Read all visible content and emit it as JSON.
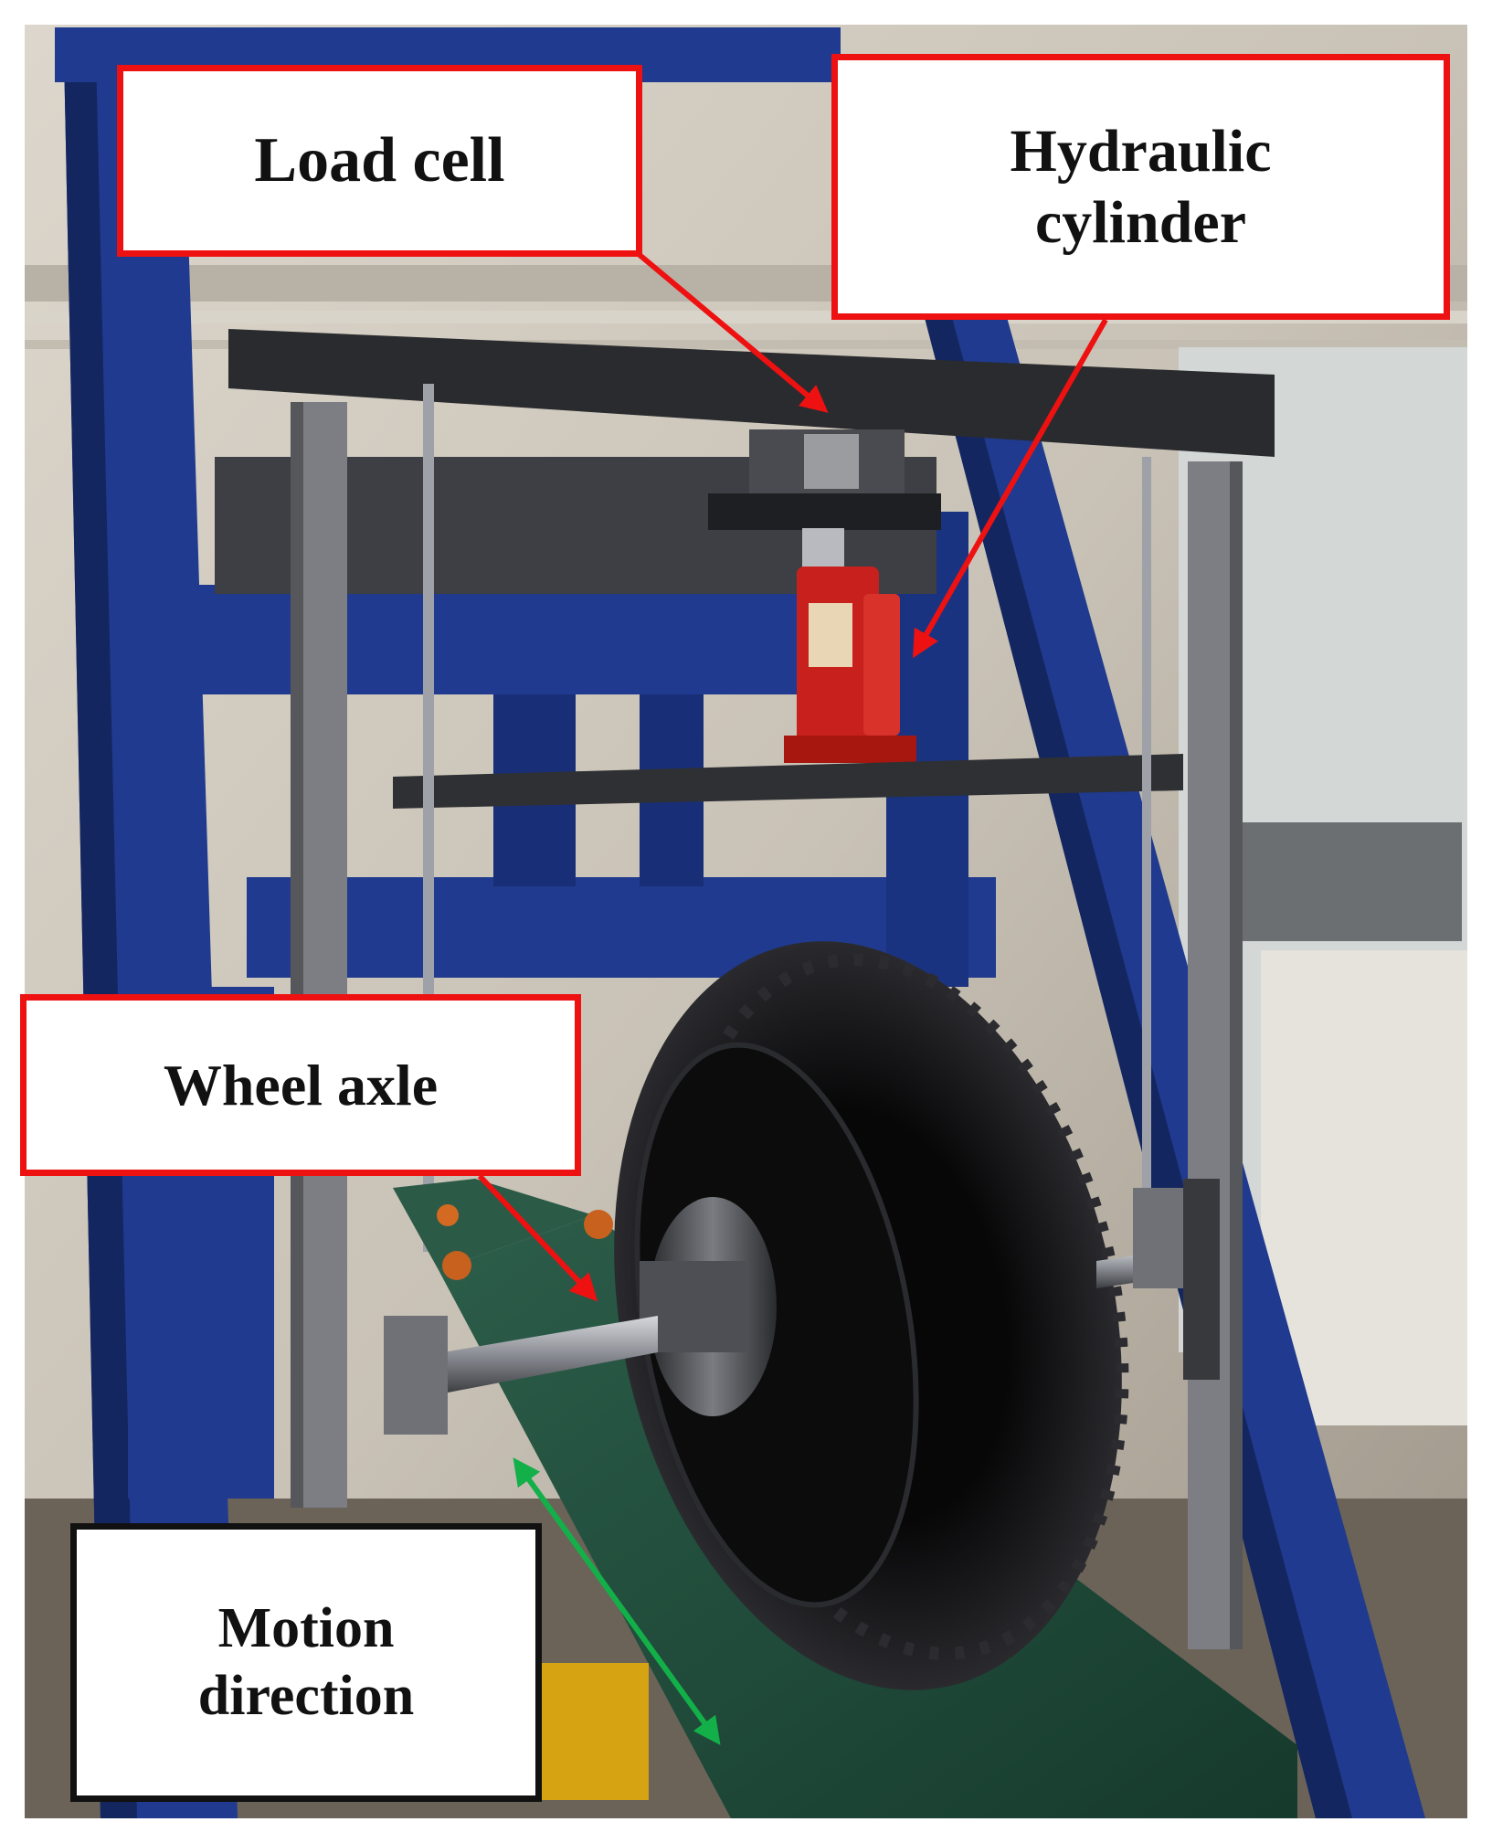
{
  "photo": {
    "subject": "tyre-test-rig",
    "colors": {
      "frame_blue": "#1f3a8e",
      "frame_dark": "#142660",
      "belt_green": "#1f4d3c",
      "tyre_black": "#111113",
      "jack_red": "#c8201c",
      "steel": "#5a5c60",
      "callout_red": "#ee1111",
      "motion_green": "#13b04a"
    }
  },
  "callouts": {
    "load_cell": "Load cell",
    "hydraulic_cylinder_line1": "Hydraulic",
    "hydraulic_cylinder_line2": "cylinder",
    "wheel_axle": "Wheel axle",
    "motion_direction_line1": "Motion",
    "motion_direction_line2": "direction"
  }
}
